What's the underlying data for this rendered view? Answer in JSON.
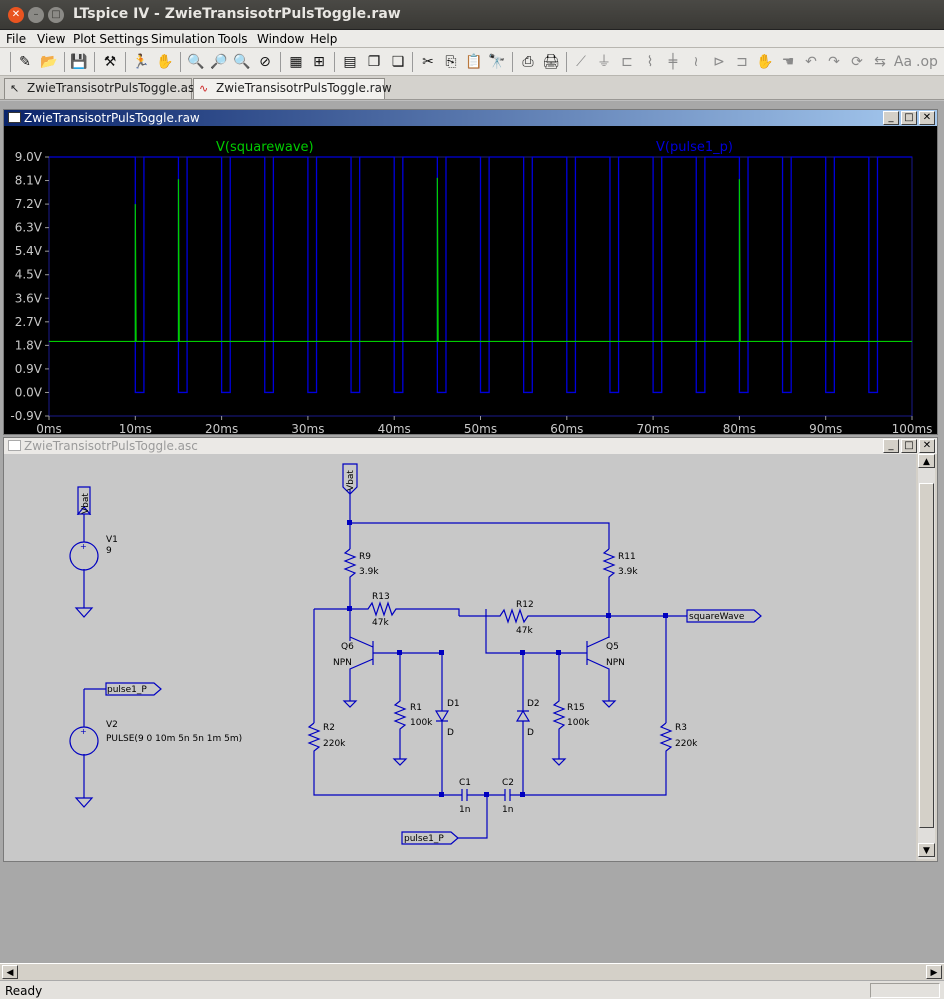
{
  "window": {
    "title": "LTspice IV - ZwieTransisotrPulsToggle.raw"
  },
  "menu": [
    "File",
    "View",
    "Plot Settings",
    "Simulation",
    "Tools",
    "Window",
    "Help"
  ],
  "tabs": [
    {
      "label": "ZwieTransisotrPulsToggle.asc"
    },
    {
      "label": "ZwieTransisotrPulsToggle.raw"
    }
  ],
  "waveform_window": {
    "title": "ZwieTransisotrPulsToggle.raw"
  },
  "schematic_window": {
    "title": "ZwieTransisotrPulsToggle.asc"
  },
  "status": {
    "text": "Ready"
  },
  "colors": {
    "trace_squarewave": "#00cc00",
    "trace_pulse": "#0000dd",
    "plot_bg": "#000000",
    "grid": "#1a1a8c",
    "wire": "#0000c0"
  },
  "chart_data": {
    "type": "line",
    "xlabel": "",
    "ylabel": "",
    "xlim": [
      0,
      100
    ],
    "ylim": [
      -0.9,
      9.0
    ],
    "x_tick_labels": [
      "0ms",
      "10ms",
      "20ms",
      "30ms",
      "40ms",
      "50ms",
      "60ms",
      "70ms",
      "80ms",
      "90ms",
      "100ms"
    ],
    "y_tick_labels": [
      "9.0V",
      "8.1V",
      "7.2V",
      "6.3V",
      "5.4V",
      "4.5V",
      "3.6V",
      "2.7V",
      "1.8V",
      "0.9V",
      "0.0V",
      "-0.9V"
    ],
    "series": [
      {
        "name": "V(squarewave)",
        "baseline": 1.95,
        "spikes": [
          [
            10,
            7.2
          ],
          [
            15,
            8.15
          ],
          [
            45,
            8.2
          ],
          [
            80,
            8.15
          ]
        ]
      },
      {
        "name": "V(pulse1_p)",
        "high": 9.0,
        "low": 0.0,
        "period_ms": 5,
        "width_ms": 1,
        "pulses_start_ms": [
          10,
          15,
          20,
          25,
          30,
          35,
          40,
          45,
          50,
          55,
          60,
          65,
          70,
          75,
          80,
          85,
          90,
          95
        ]
      }
    ]
  },
  "schematic": {
    "labels": {
      "vbat_flag": "Vbat",
      "vbat_flag2": "Vbat",
      "v1_name": "V1",
      "v1_value": "9",
      "v2_name": "V2",
      "v2_value": "PULSE(9 0 10m 5n 5n 1m 5m)",
      "pulse1_flag": "pulse1_P",
      "pulse1_flag2": "pulse1_P",
      "squarewave_flag": "squareWave",
      "r9": "R9",
      "r9v": "3.9k",
      "r11": "R11",
      "r11v": "3.9k",
      "r13": "R13",
      "r13v": "47k",
      "r12": "R12",
      "r12v": "47k",
      "q6": "Q6",
      "q6t": "NPN",
      "q5": "Q5",
      "q5t": "NPN",
      "r1": "R1",
      "r1v": "100k",
      "d1": "D1",
      "d1t": "D",
      "d2": "D2",
      "d2t": "D",
      "r15": "R15",
      "r15v": "100k",
      "r2": "R2",
      "r2v": "220k",
      "r3": "R3",
      "r3v": "220k",
      "c1": "C1",
      "c1v": "1n",
      "c2": "C2",
      "c2v": "1n"
    }
  }
}
